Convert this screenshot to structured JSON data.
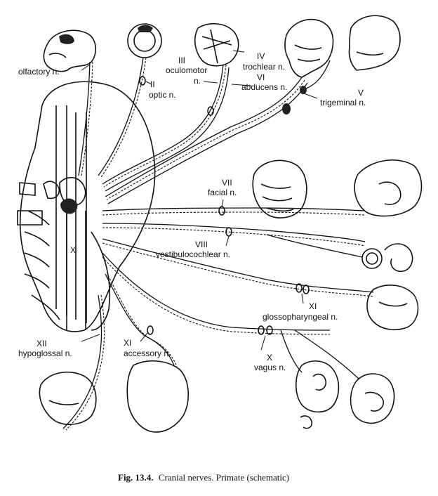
{
  "labels": {
    "olfactory": "olfactory n.",
    "optic_num": "II",
    "optic": "optic n.",
    "oculomotor_num": "III",
    "oculomotor": "oculomotor",
    "oculomotor_n": "n.",
    "trochlear_num": "IV",
    "trochlear": "trochlear n.",
    "abducens_num": "VI",
    "abducens": "abducens n.",
    "trigeminal_num": "V",
    "trigeminal": "trigeminal n.",
    "facial_num": "VII",
    "facial": "facial n.",
    "vestibulo_num": "VIII",
    "vestibulo": "vestibulocochlear n.",
    "glosso_num": "XI",
    "glosso": "glossopharyngeal n.",
    "hypoglossal_num": "XII",
    "hypoglossal": "hypoglossal n.",
    "accessory_num": "XI",
    "accessory": "accessory n.",
    "vagus_num": "X",
    "vagus": "vagus n.",
    "brain_x": "X"
  },
  "caption": {
    "prefix": "Fig. 13.4.",
    "text": "Cranial nerves. Primate (schematic)"
  }
}
